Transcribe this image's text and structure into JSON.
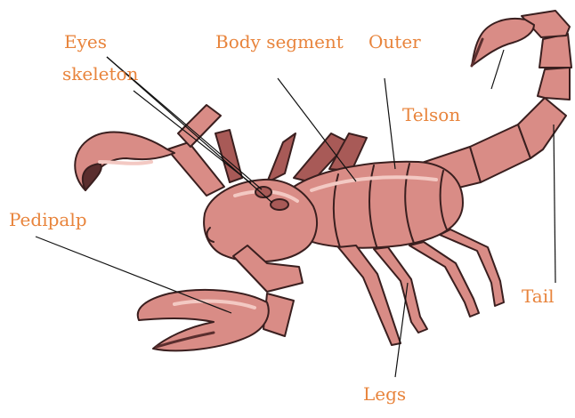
{
  "labels": {
    "eyes": "Eyes",
    "skeleton": "skeleton",
    "body_segment": "Body  segment",
    "outer": "Outer",
    "telson": "Telson",
    "pedipalp": "Pedipalp",
    "tail": "Tail",
    "legs": "Legs"
  },
  "colors": {
    "label": "#e8843c",
    "leader": "#111111",
    "body": "#d98c86",
    "body_dark": "#a85a57",
    "highlight": "#f3c9c3",
    "outline": "#3a1f1f"
  }
}
